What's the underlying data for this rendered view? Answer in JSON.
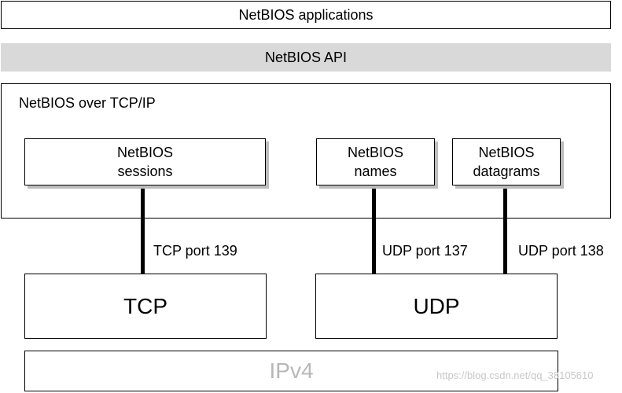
{
  "layers": {
    "applications": "NetBIOS applications",
    "api": "NetBIOS API",
    "over_tcpip": "NetBIOS over TCP/IP"
  },
  "services": {
    "sessions": [
      "NetBIOS",
      "sessions"
    ],
    "names": [
      "NetBIOS",
      "names"
    ],
    "datagrams": [
      "NetBIOS",
      "datagrams"
    ]
  },
  "ports": {
    "tcp139": "TCP port 139",
    "udp137": "UDP port 137",
    "udp138": "UDP port 138"
  },
  "transport": {
    "tcp": "TCP",
    "udp": "UDP"
  },
  "network": {
    "ipv4": "IPv4"
  },
  "watermark": "https://blog.csdn.net/qq_38105610"
}
